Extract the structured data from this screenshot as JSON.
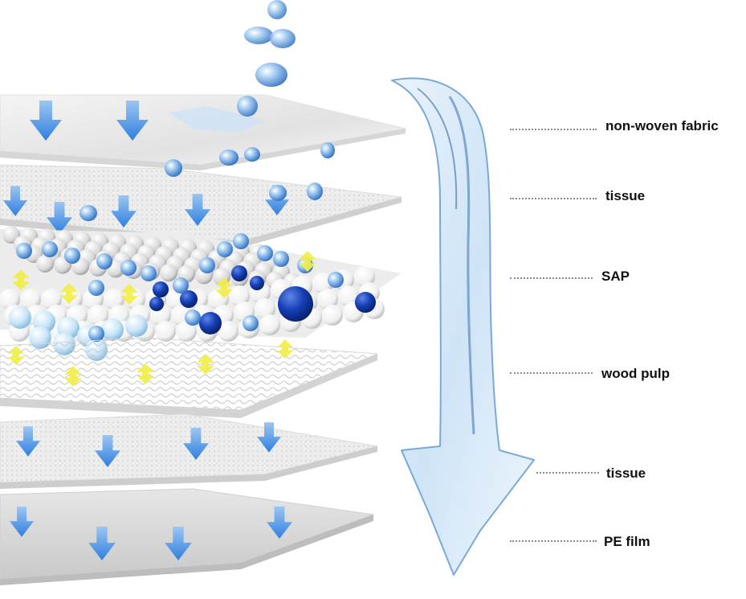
{
  "labels": {
    "nonwoven": "non-woven fabric",
    "tissue_top": "tissue",
    "sap": "SAP",
    "wood_pulp": "wood pulp",
    "tissue_bottom": "tissue",
    "pe_film": "PE film"
  },
  "colors": {
    "arrow_blue": "#3b86e0",
    "water_blue": "#7ab3e8",
    "sap_dark": "#0a2f9a",
    "sap_light": "#bde0f7",
    "highlight_yellow": "#f5f04a",
    "flow_arrow": "#cfe4f7",
    "leader": "#8a8a8a"
  },
  "icons": {
    "down_arrow": "down-arrow-icon",
    "droplet": "water-droplet-icon",
    "flow": "flow-arrow-icon"
  }
}
